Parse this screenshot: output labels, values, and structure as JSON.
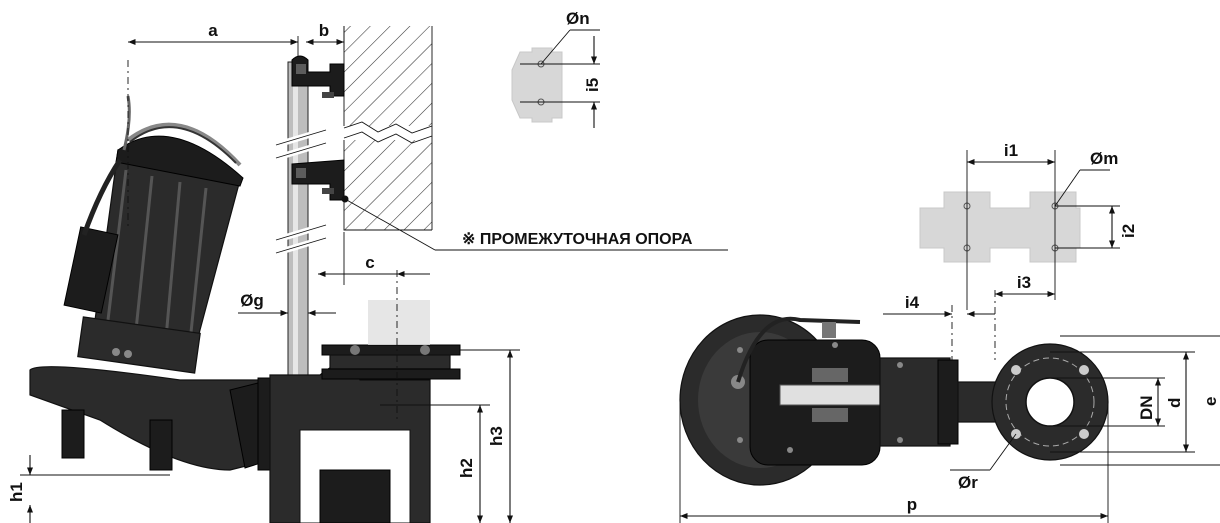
{
  "dimensions": {
    "a": "a",
    "b": "b",
    "c": "c",
    "g": "Øg",
    "h1": "h1",
    "h2": "h2",
    "h3": "h3",
    "n": "Øn",
    "i5": "i5",
    "i1": "i1",
    "m": "Øm",
    "i2": "i2",
    "i3": "i3",
    "i4": "i4",
    "dn": "DN",
    "d": "d",
    "e": "e",
    "r": "Ør",
    "p": "p"
  },
  "notes": {
    "intermediate_support": "※ ПРОМЕЖУТОЧНАЯ ОПОРА"
  },
  "colors": {
    "pump_body": "#2b2b2b",
    "plate_fill": "#d7d7d7",
    "line": "#111111"
  }
}
